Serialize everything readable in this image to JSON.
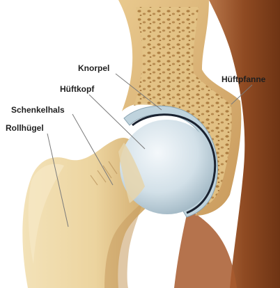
{
  "labels": {
    "knorpel": "Knorpel",
    "hueftkopf": "Hüftkopf",
    "schenkelhals": "Schenkelhals",
    "rollhuegel": "Rollhügel",
    "hueftpfanne": "Hüftpfanne"
  },
  "colors": {
    "bone": "#e9d29c",
    "bone_shadow": "#c9a266",
    "muscle": "#8f4a22",
    "muscle_light": "#c08050",
    "cartilage": "#bfd3dd",
    "head": "#d9e6ee",
    "rim": "#1a2230",
    "leader": "#7a7a7a"
  }
}
